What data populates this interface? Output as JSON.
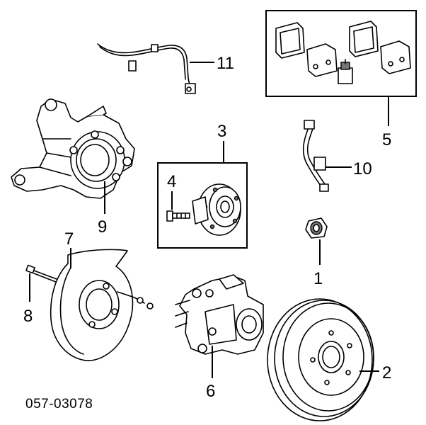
{
  "diagram": {
    "code": "057-03078",
    "callouts": {
      "c1": "1",
      "c2": "2",
      "c3": "3",
      "c4": "4",
      "c5": "5",
      "c6": "6",
      "c7": "7",
      "c8": "8",
      "c9": "9",
      "c10": "10",
      "c11": "11"
    },
    "parts": [
      "sensor-wire",
      "knuckle",
      "hub-bearing",
      "hub-bolt",
      "brake-pad-kit",
      "brake-hose",
      "nut",
      "backing-plate",
      "backing-plate-bolt",
      "caliper",
      "brake-drum"
    ]
  }
}
